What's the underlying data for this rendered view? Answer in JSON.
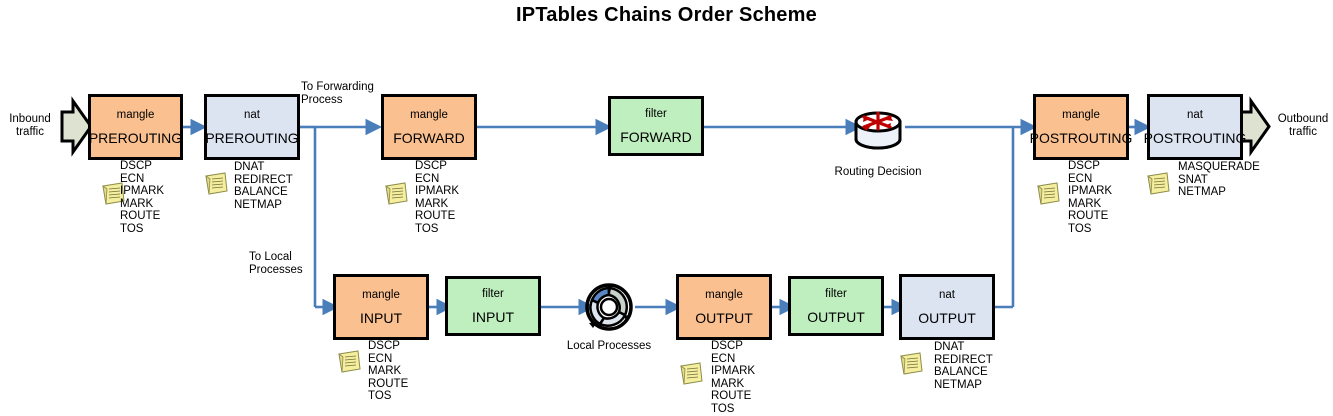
{
  "title": "IPTables Chains Order Scheme",
  "colors": {
    "mangle": "#FAC090",
    "nat": "#DCE4F2",
    "filter": "#BFEFBF",
    "arrow": "#4A7EBB",
    "block_arrow": "#DDE3D0",
    "note": "#F5EE9E",
    "router_arrows": "#C00000",
    "border": "#000000"
  },
  "io": {
    "inbound": "Inbound\ntraffic",
    "outbound": "Outbound\ntraffic"
  },
  "edge_labels": {
    "to_forwarding": "To Forwarding\nProcess",
    "to_local": "To Local\nProcesses"
  },
  "icons": {
    "routing_decision": {
      "name": "routing-decision-icon",
      "caption": "Routing Decision"
    },
    "local_processes": {
      "name": "local-processes-icon",
      "caption": "Local Processes"
    },
    "inbound_arrow": "block-arrow-right-icon",
    "outbound_arrow": "block-arrow-right-icon",
    "note": "sticky-note-icon"
  },
  "nodes": [
    {
      "id": "mangle-prerouting",
      "table": "mangle",
      "chain": "PREROUTING",
      "color": "mangle",
      "targets": "DSCP\nECN\nIPMARK\nMARK\nROUTE\nTOS"
    },
    {
      "id": "nat-prerouting",
      "table": "nat",
      "chain": "PREROUTING",
      "color": "nat",
      "targets": "DNAT\nREDIRECT\nBALANCE\nNETMAP"
    },
    {
      "id": "mangle-forward",
      "table": "mangle",
      "chain": "FORWARD",
      "color": "mangle",
      "targets": "DSCP\nECN\nIPMARK\nMARK\nROUTE\nTOS"
    },
    {
      "id": "filter-forward",
      "table": "filter",
      "chain": "FORWARD",
      "color": "filter",
      "targets": ""
    },
    {
      "id": "mangle-postrouting",
      "table": "mangle",
      "chain": "POSTROUTING",
      "color": "mangle",
      "targets": "DSCP\nECN\nIPMARK\nMARK\nROUTE\nTOS"
    },
    {
      "id": "nat-postrouting",
      "table": "nat",
      "chain": "POSTROUTING",
      "color": "nat",
      "targets": "MASQUERADE\nSNAT\nNETMAP"
    },
    {
      "id": "mangle-input",
      "table": "mangle",
      "chain": "INPUT",
      "color": "mangle",
      "targets": "DSCP\nECN\nMARK\nROUTE\nTOS"
    },
    {
      "id": "filter-input",
      "table": "filter",
      "chain": "INPUT",
      "color": "filter",
      "targets": ""
    },
    {
      "id": "mangle-output",
      "table": "mangle",
      "chain": "OUTPUT",
      "color": "mangle",
      "targets": "DSCP\nECN\nIPMARK\nMARK\nROUTE\nTOS"
    },
    {
      "id": "filter-output",
      "table": "filter",
      "chain": "OUTPUT",
      "color": "filter",
      "targets": ""
    },
    {
      "id": "nat-output",
      "table": "nat",
      "chain": "OUTPUT",
      "color": "nat",
      "targets": "DNAT\nREDIRECT\nBALANCE\nNETMAP"
    }
  ]
}
